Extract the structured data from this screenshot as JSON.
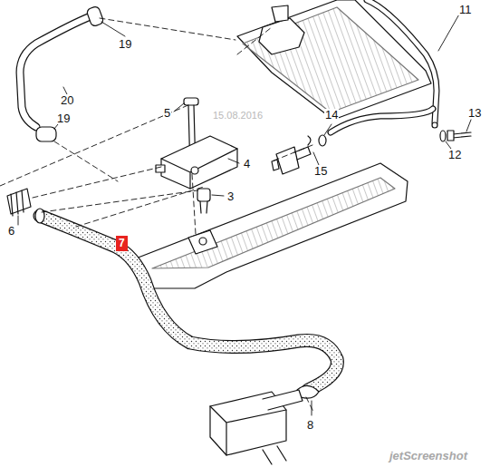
{
  "diagram": {
    "nodes": [
      {
        "text": [
          "7"
        ]
      }
    ],
    "labels": [
      "19",
      "11",
      "20",
      "5",
      "15.08.2016",
      "14",
      "13",
      "19",
      "15",
      "4",
      "12",
      "3",
      "6",
      "8",
      "jetScreenshot"
    ]
  }
}
